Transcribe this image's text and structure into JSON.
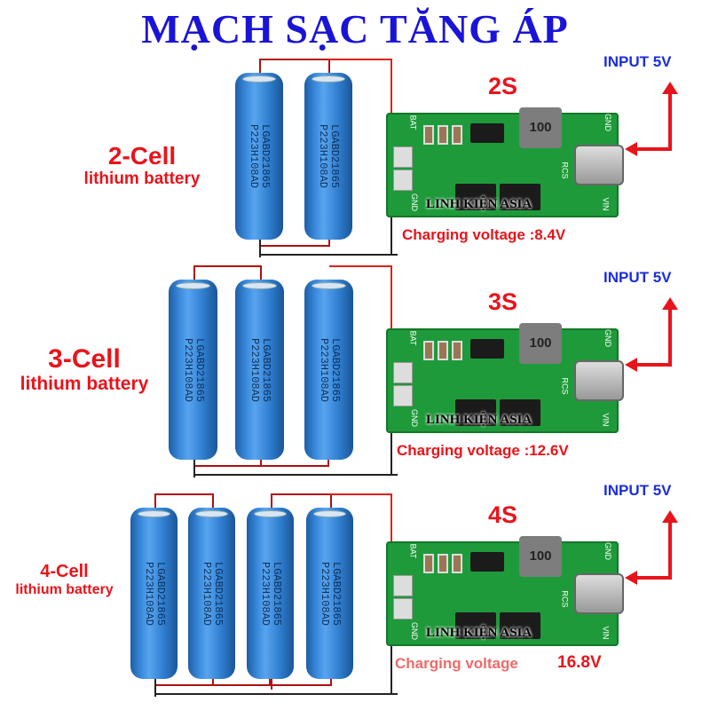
{
  "title": "MẠCH SẠC TĂNG ÁP",
  "battery_label": "LGABD21865\nP223H108AD",
  "board": {
    "inductor": "100",
    "brand": "LINH KIỆN ASIA",
    "pins": {
      "bat": "BAT",
      "gnd": "GND",
      "vin": "VIN",
      "rcs": "RCS"
    }
  },
  "colors": {
    "title": "#1a14d8",
    "accent_red": "#e8141b",
    "input_blue": "#1a2ee0",
    "pcb_green": "#1f9a3a",
    "battery_blue": "#3d8ee0"
  },
  "panels": [
    {
      "series": "2S",
      "cells_title": "2-Cell",
      "cells_sub": "lithium battery",
      "input": "INPUT 5V",
      "charging_label": "Charging voltage :8.4V",
      "charging_value": ""
    },
    {
      "series": "3S",
      "cells_title": "3-Cell",
      "cells_sub": "lithium battery",
      "input": "INPUT 5V",
      "charging_label": "Charging voltage :12.6V",
      "charging_value": ""
    },
    {
      "series": "4S",
      "cells_title": "4-Cell",
      "cells_sub": "lithium battery",
      "input": "INPUT 5V",
      "charging_label": "Charging voltage",
      "charging_value": "16.8V"
    }
  ]
}
